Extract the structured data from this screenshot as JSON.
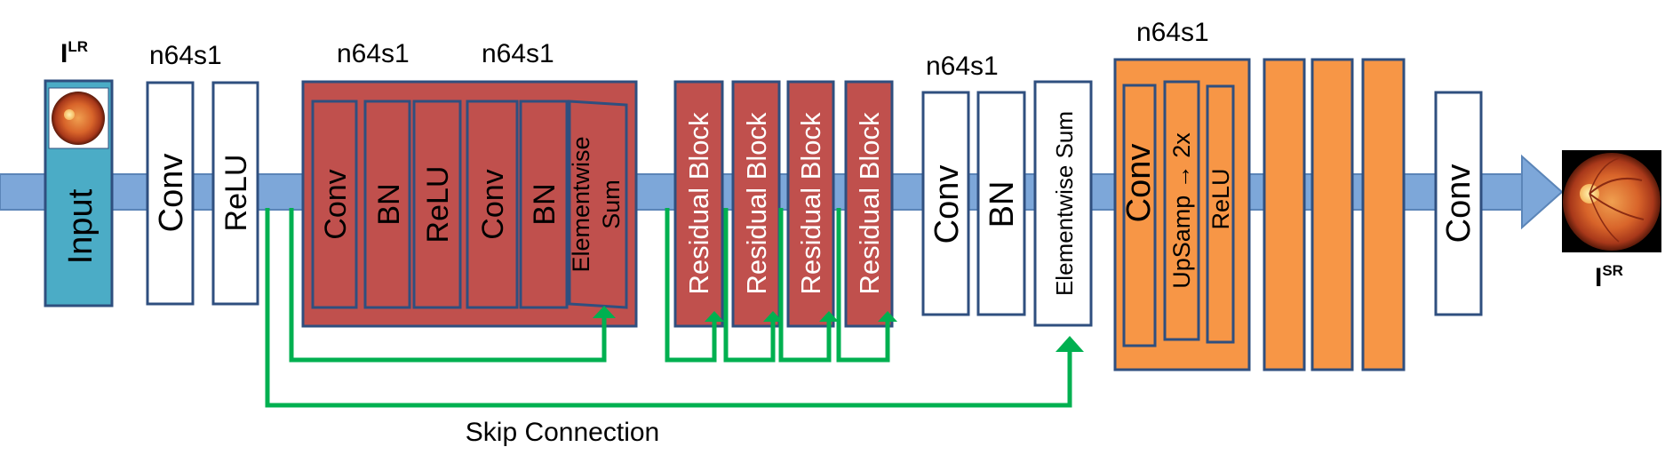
{
  "labels": {
    "input_sup": "LR",
    "output_sup": "SR",
    "image_letter": "I",
    "input": "Input",
    "conv": "Conv",
    "relu": "ReLU",
    "bn": "BN",
    "elementwise": "Elementwise",
    "sum": "Sum",
    "elementwise_sum": "Elementwise Sum",
    "residual_block": "Residual Block",
    "upsamp": "UpSamp → 2x",
    "skip_connection": "Skip Connection",
    "n64s1": "n64s1"
  },
  "colors": {
    "main_arrow": "#7da7d9",
    "residual_red": "#c0504d",
    "upsample_orange": "#f79646",
    "input_teal": "#4bacc6",
    "skip_green": "#00b050",
    "block_border": "#2f4f7f"
  },
  "icons": {
    "input_image": "retina-thumbnail",
    "output_image": "retina-image"
  }
}
